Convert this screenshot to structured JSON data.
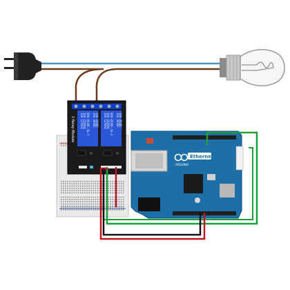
{
  "relay_module": {
    "side_label": "2 Relay Module",
    "relay_texts": [
      "SRD-05VDC-SL-C",
      "10A 250VAC",
      "10A 125VAC",
      "10A 30VDC",
      "10A 28VDC"
    ]
  },
  "arduino": {
    "brand": "ARDUINO",
    "model": "Ethernet"
  },
  "colors": {
    "ac_blue": "#4a90c8",
    "ac_brown": "#6b3a1e",
    "wire_green": "#1e9e3a",
    "wire_red": "#c0141e",
    "wire_black": "#111111",
    "arduino_board": "#1e6fa8",
    "relay_board": "#1a1a1a",
    "relay_cube": "#2a56d8"
  }
}
